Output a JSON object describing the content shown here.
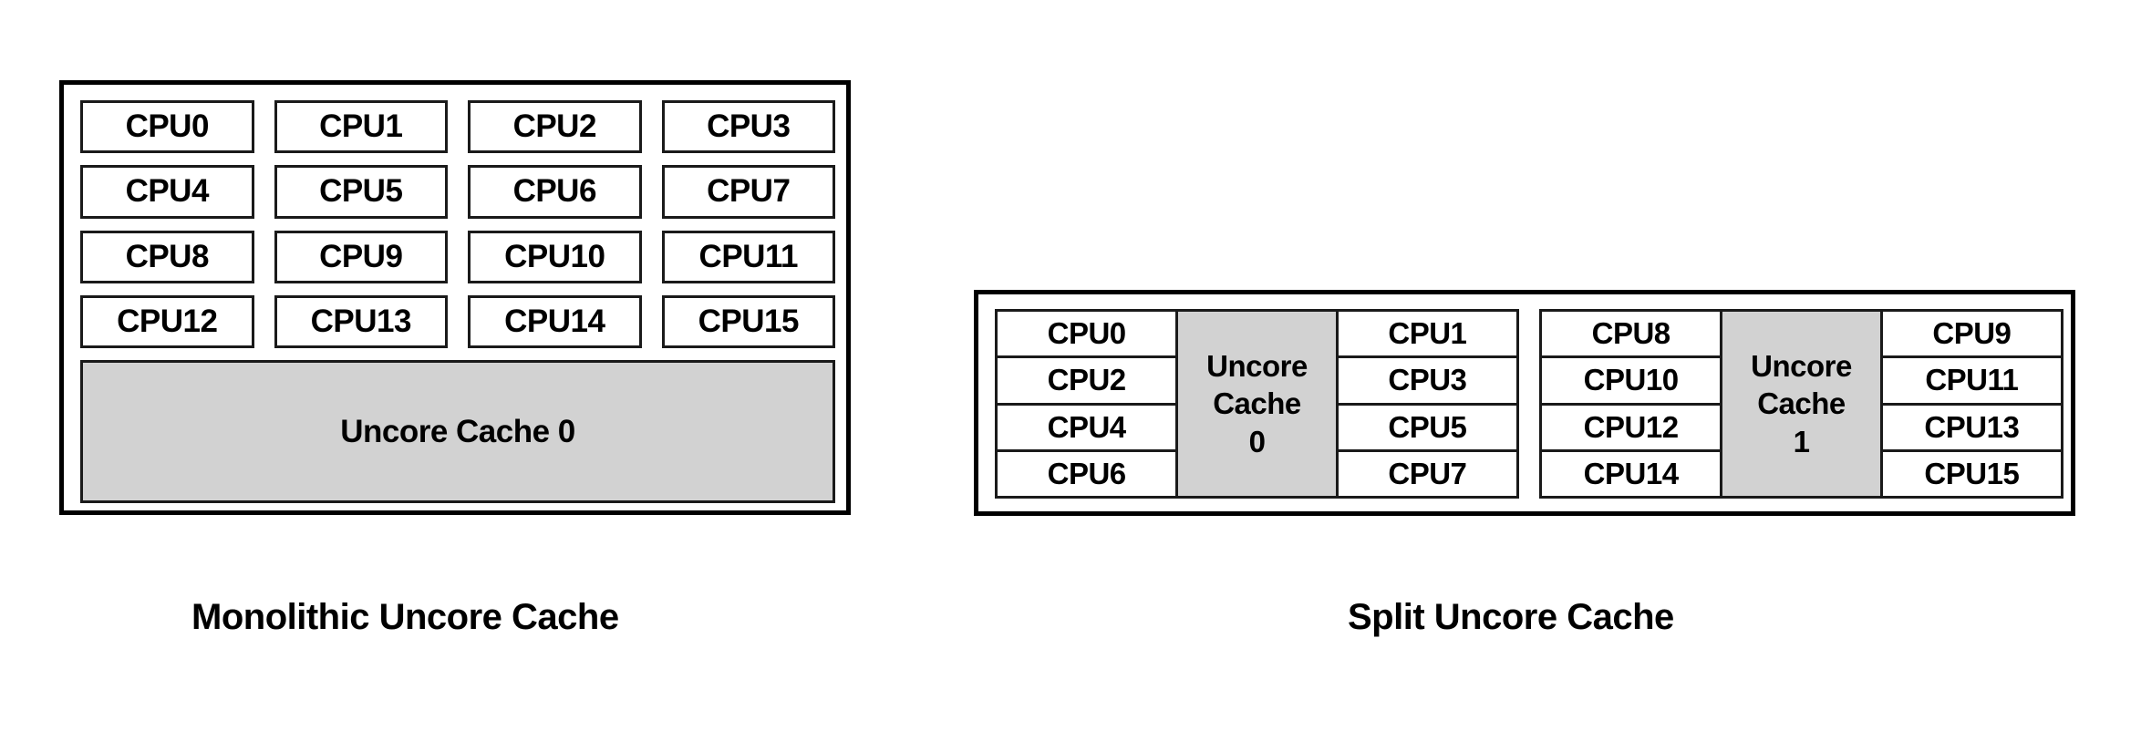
{
  "figure": {
    "background_color": "#ffffff",
    "line_color": "#000000",
    "cache_fill_color": "#d2d2d2",
    "cpu_fill_color": "#ffffff"
  },
  "chart_data": {
    "type": "diagram",
    "title": "",
    "panels": [
      {
        "id": "monolithic",
        "caption": "Monolithic Uncore Cache",
        "layout": "4x4-cpu-grid-over-single-cache",
        "cpu_rows": [
          [
            "CPU0",
            "CPU1",
            "CPU2",
            "CPU3"
          ],
          [
            "CPU4",
            "CPU5",
            "CPU6",
            "CPU7"
          ],
          [
            "CPU8",
            "CPU9",
            "CPU10",
            "CPU11"
          ],
          [
            "CPU12",
            "CPU13",
            "CPU14",
            "CPU15"
          ]
        ],
        "caches": [
          "Uncore Cache 0"
        ]
      },
      {
        "id": "split",
        "caption": "Split Uncore Cache",
        "layout": "two-groups-cpu-cache-cpu",
        "groups": [
          {
            "left_cpus": [
              "CPU0",
              "CPU2",
              "CPU4",
              "CPU6"
            ],
            "cache": "Uncore Cache 0",
            "cache_lines": [
              "Uncore",
              "Cache",
              "0"
            ],
            "right_cpus": [
              "CPU1",
              "CPU3",
              "CPU5",
              "CPU7"
            ]
          },
          {
            "left_cpus": [
              "CPU8",
              "CPU10",
              "CPU12",
              "CPU14"
            ],
            "cache": "Uncore Cache 1",
            "cache_lines": [
              "Uncore",
              "Cache",
              "1"
            ],
            "right_cpus": [
              "CPU9",
              "CPU11",
              "CPU13",
              "CPU15"
            ]
          }
        ]
      }
    ]
  }
}
